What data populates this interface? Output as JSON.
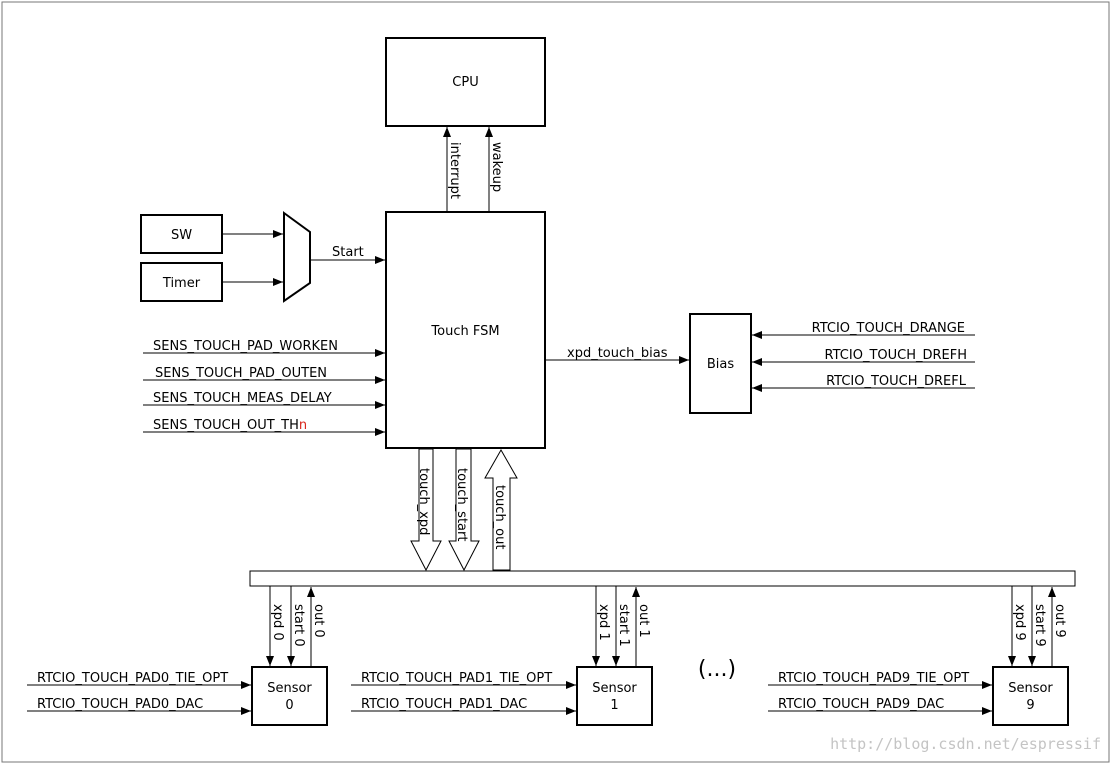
{
  "blocks": {
    "cpu": "CPU",
    "fsm": "Touch FSM",
    "sw": "SW",
    "timer": "Timer",
    "bias": "Bias",
    "sensor": "Sensor",
    "sensor_ids": [
      "0",
      "1",
      "9"
    ]
  },
  "signals": {
    "interrupt": "interrupt",
    "wakeup": "wakeup",
    "start": "Start",
    "xpd_touch_bias": "xpd_touch_bias",
    "touch_xpd": "touch_xpd",
    "touch_start": "touch_start",
    "touch_out": "touch_out"
  },
  "fsm_inputs": {
    "worken": "SENS_TOUCH_PAD_WORKEN",
    "outen": "SENS_TOUCH_PAD_OUTEN",
    "meas_delay": "SENS_TOUCH_MEAS_DELAY",
    "out_th": "SENS_TOUCH_OUT_TH",
    "out_th_suffix": "n"
  },
  "bias_inputs": [
    "RTCIO_TOUCH_DRANGE",
    "RTCIO_TOUCH_DREFH",
    "RTCIO_TOUCH_DREFL"
  ],
  "sensor_signals": {
    "s0": [
      "xpd 0",
      "start 0",
      "out 0"
    ],
    "s1": [
      "xpd 1",
      "start 1",
      "out 1"
    ],
    "s9": [
      "xpd 9",
      "start 9",
      "out 9"
    ]
  },
  "sensor_inputs": {
    "s0": [
      "RTCIO_TOUCH_PAD0_TIE_OPT",
      "RTCIO_TOUCH_PAD0_DAC"
    ],
    "s1": [
      "RTCIO_TOUCH_PAD1_TIE_OPT",
      "RTCIO_TOUCH_PAD1_DAC"
    ],
    "s9": [
      "RTCIO_TOUCH_PAD9_TIE_OPT",
      "RTCIO_TOUCH_PAD9_DAC"
    ]
  },
  "ellipsis": "(...)",
  "watermark": "http://blog.csdn.net/espressif",
  "colors": {
    "highlight": "#d9261c",
    "watermark": "#c4c4c4"
  }
}
